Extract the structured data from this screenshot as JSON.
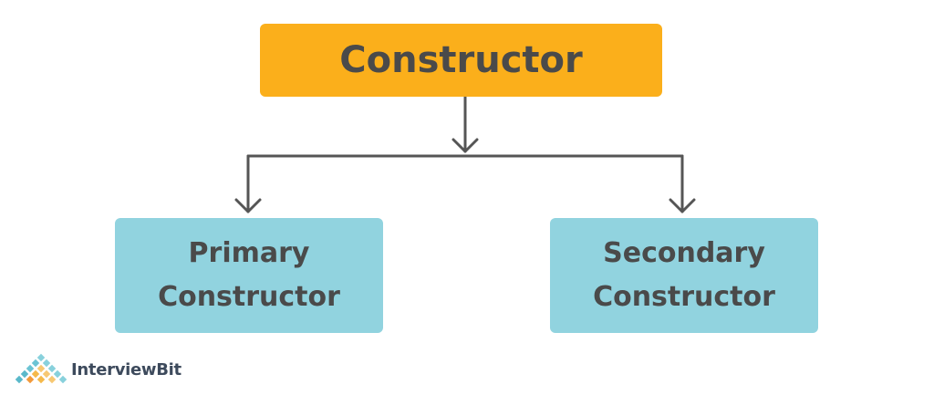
{
  "diagram": {
    "root": {
      "label": "Constructor"
    },
    "children": [
      {
        "line1": "Primary",
        "line2": "Constructor"
      },
      {
        "line1": "Secondary",
        "line2": "Constructor"
      }
    ]
  },
  "brand": {
    "name": "InterviewBit",
    "icon": "diamond-grid-logo-icon"
  },
  "colors": {
    "root_fill": "#fbaf1b",
    "child_fill": "#91d3df",
    "text": "#4a4a4a",
    "connector": "#555555"
  }
}
